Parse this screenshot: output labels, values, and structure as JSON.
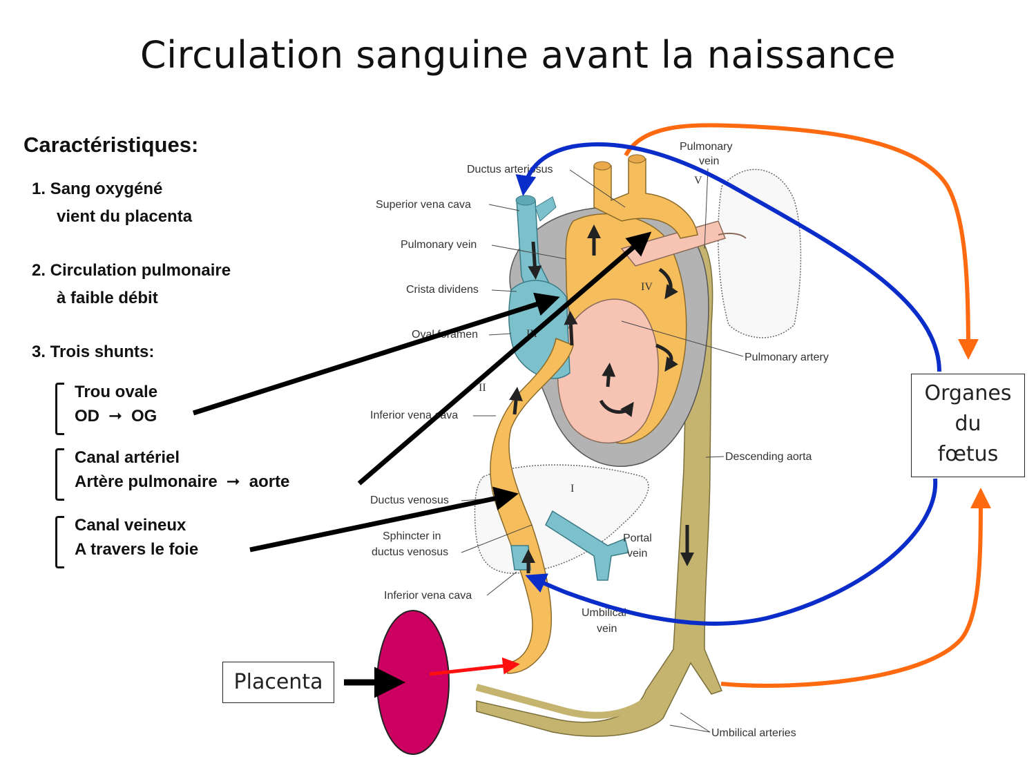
{
  "title": "Circulation sanguine avant la naissance",
  "left": {
    "heading": "Caractéristiques:",
    "item1_line1": "1. Sang oxygéné",
    "item1_line2": "vient du placenta",
    "item2_line1": "2. Circulation pulmonaire",
    "item2_line2": "à faible débit",
    "item3": "3. Trois shunts:"
  },
  "shunts": [
    {
      "line1": "Trou ovale",
      "from": "OD",
      "to": "OG"
    },
    {
      "line1": "Canal artériel",
      "from": "Artère pulmonaire",
      "to": "aorte"
    },
    {
      "line1": "Canal veineux",
      "line2": "A travers le foie"
    }
  ],
  "boxes": {
    "placenta": "Placenta",
    "organes_line1": "Organes",
    "organes_line2": "du",
    "organes_line3": "fœtus"
  },
  "anatomy_labels": {
    "ductus_arteriosus": "Ductus arteriosus",
    "superior_vena_cava": "Superior vena cava",
    "pulmonary_vein_left": "Pulmonary vein",
    "crista_dividens": "Crista dividens",
    "oval_foramen": "Oval foramen",
    "inferior_vena_cava_upper": "Inferior vena cava",
    "ductus_venosus": "Ductus venosus",
    "sphincter_1": "Sphincter in",
    "sphincter_2": "ductus venosus",
    "inferior_vena_cava_lower": "Inferior vena cava",
    "pulmonary_vein_top_1": "Pulmonary",
    "pulmonary_vein_top_2": "vein",
    "pulmonary_artery": "Pulmonary artery",
    "descending_aorta": "Descending aorta",
    "portal_vein_1": "Portal",
    "portal_vein_2": "vein",
    "umbilical_vein_1": "Umbilical",
    "umbilical_vein_2": "vein",
    "umbilical_arteries": "Umbilical arteries"
  },
  "roman_numerals": {
    "r1": "I",
    "r2": "II",
    "r3": "III",
    "r4": "IV",
    "r5": "V"
  },
  "colors": {
    "oxygenated_vessel": "#f5bd5c",
    "venous_vessel": "#7cc0cc",
    "aorta": "#c4b470",
    "pulmonary": "#f7c4b4",
    "heart_outer": "#b3b3b3",
    "placenta": "#cc0060",
    "arrow_blue": "#0a2cc9",
    "arrow_orange": "#ff6a10",
    "arrow_red": "#ff1010",
    "pointer_black": "#000000"
  }
}
